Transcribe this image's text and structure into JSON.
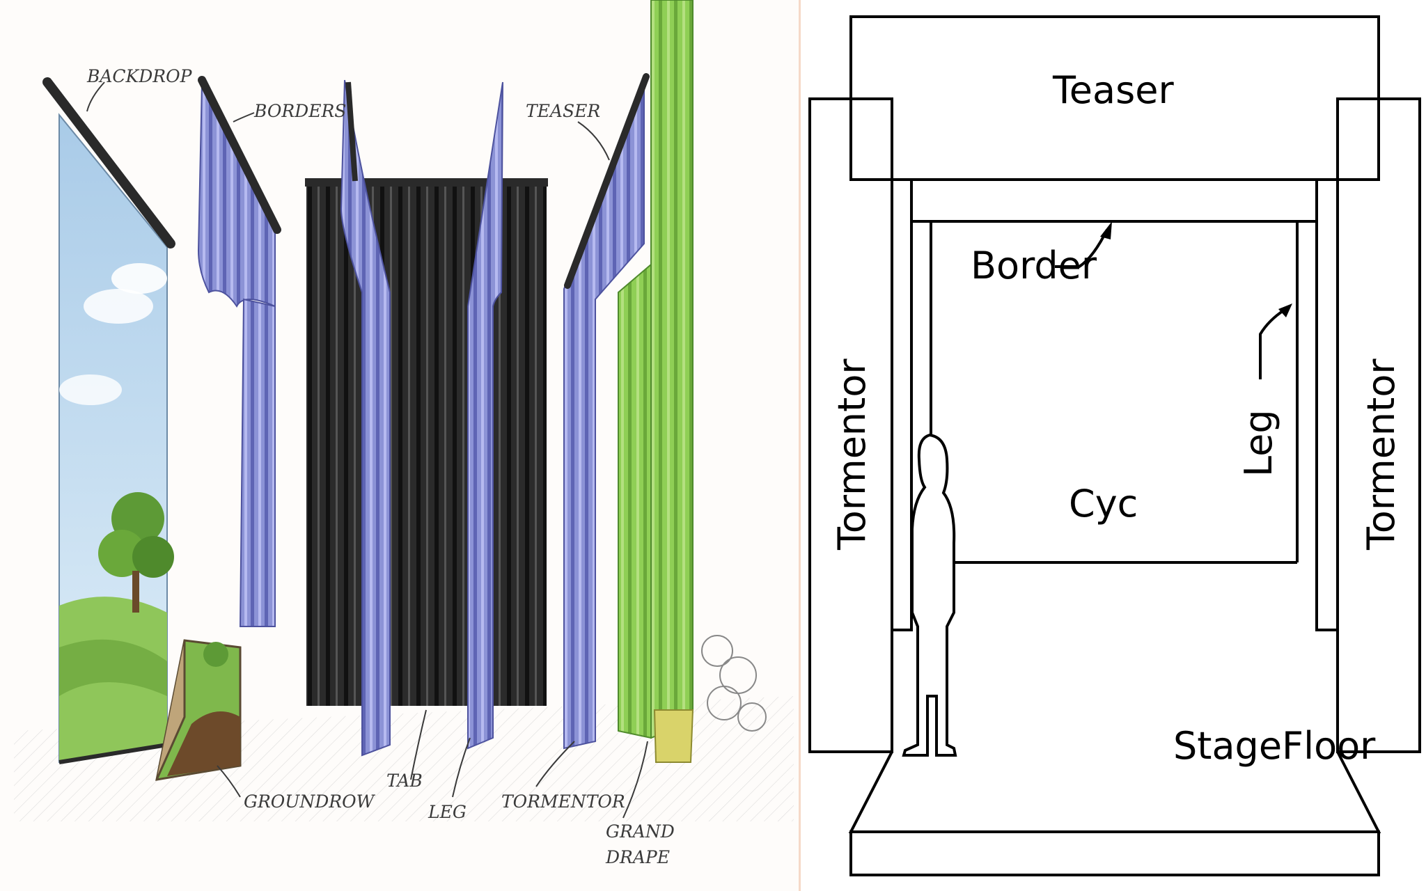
{
  "left_diagram": {
    "labels": {
      "backdrop": "BACKDROP",
      "borders": "BORDERS",
      "teaser": "TEASER",
      "groundrow": "GROUNDROW",
      "tab": "TAB",
      "leg": "LEG",
      "tormentor": "TORMENTOR",
      "grand_drape_line1": "GRAND",
      "grand_drape_line2": "DRAPE"
    },
    "colors": {
      "sky": "#bcd8ee",
      "grass": "#8fc65a",
      "blue_drape": "#8c93d6",
      "black_drape": "#2b2b2b",
      "green_drape": "#8fcf55",
      "pipe": "#2a2a2a"
    }
  },
  "right_diagram": {
    "labels": {
      "teaser": "Teaser",
      "border": "Border",
      "tormentor_left": "Tormentor",
      "tormentor_right": "Tormentor",
      "leg": "Leg",
      "cyc": "Cyc",
      "stage_floor": "StageFloor"
    }
  }
}
